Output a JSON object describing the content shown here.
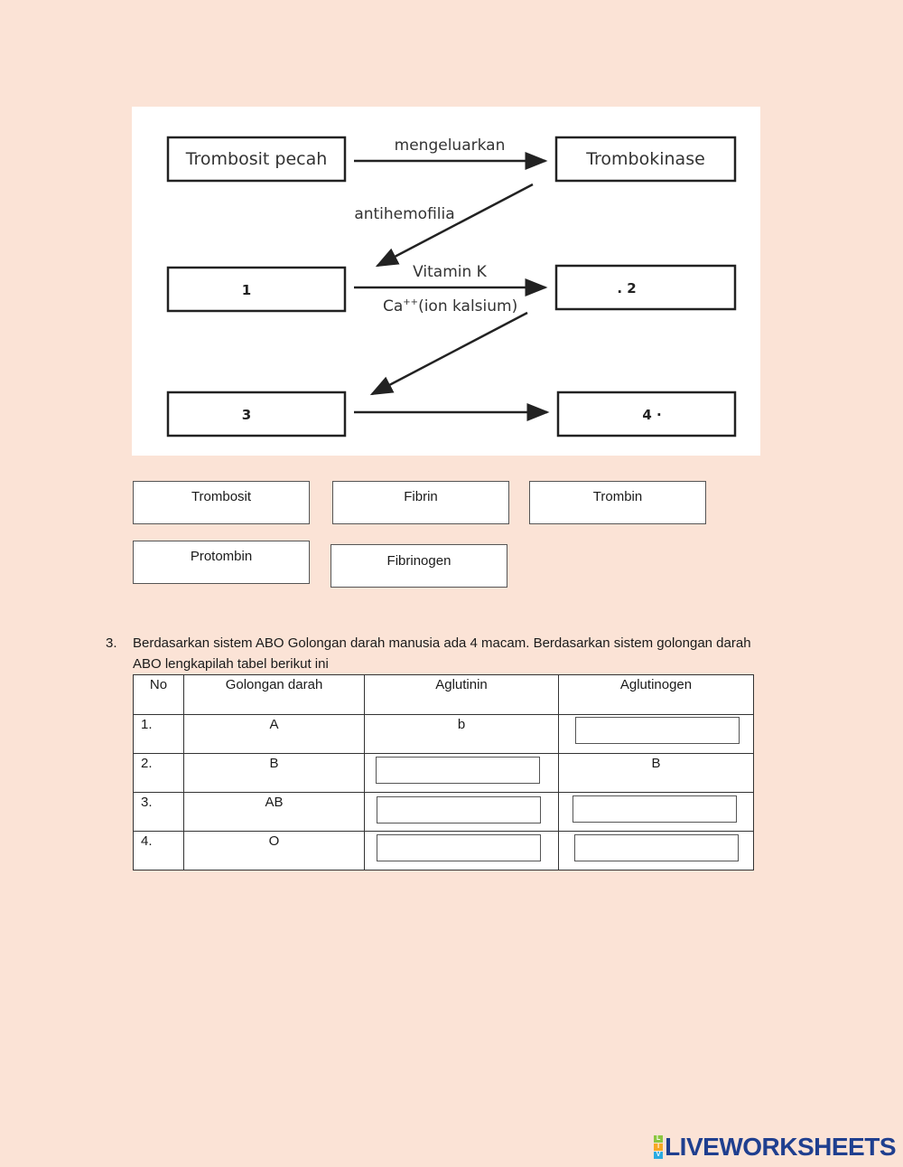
{
  "diagram": {
    "boxes": {
      "top_left": "Trombosit pecah",
      "top_right": "Trombokinase",
      "mid_left": "1",
      "mid_right": ". 2",
      "bottom_left": "3",
      "bottom_right": "4 ·"
    },
    "labels": {
      "mengeluarkan": "mengeluarkan",
      "antihemofilia": "antihemofilia",
      "vitamin_k": "Vitamin K",
      "ca_prefix": "Ca",
      "ca_sup": "++",
      "ca_suffix": "(ion kalsium)"
    }
  },
  "drag_options": [
    "Trombosit",
    "Fibrin",
    "Trombin",
    "Protombin",
    "Fibrinogen"
  ],
  "question": {
    "number": "3.",
    "text": "Berdasarkan sistem ABO Golongan darah manusia ada 4 macam. Berdasarkan sistem golongan darah ABO lengkapilah tabel berikut ini"
  },
  "table": {
    "headers": [
      "No",
      "Golongan darah",
      "Aglutinin",
      "Aglutinogen"
    ],
    "rows": [
      {
        "no": "1.",
        "golongan": "A",
        "aglutinin": "b",
        "aglutinogen": ""
      },
      {
        "no": "2.",
        "golongan": "B",
        "aglutinin": "",
        "aglutinogen": "B"
      },
      {
        "no": "3.",
        "golongan": "AB",
        "aglutinin": "",
        "aglutinogen": ""
      },
      {
        "no": "4.",
        "golongan": "O",
        "aglutinin": "",
        "aglutinogen": ""
      }
    ]
  },
  "branding": {
    "logo_text": "LIVEWORKSHEETS",
    "logo_letters": [
      "L",
      "I",
      "V"
    ],
    "colors": {
      "brand_blue": "#1f3f8f",
      "mark_1": "#8cc63f",
      "mark_2": "#f7a823",
      "mark_3": "#29abe2",
      "page_bg": "#fbe3d6"
    }
  }
}
